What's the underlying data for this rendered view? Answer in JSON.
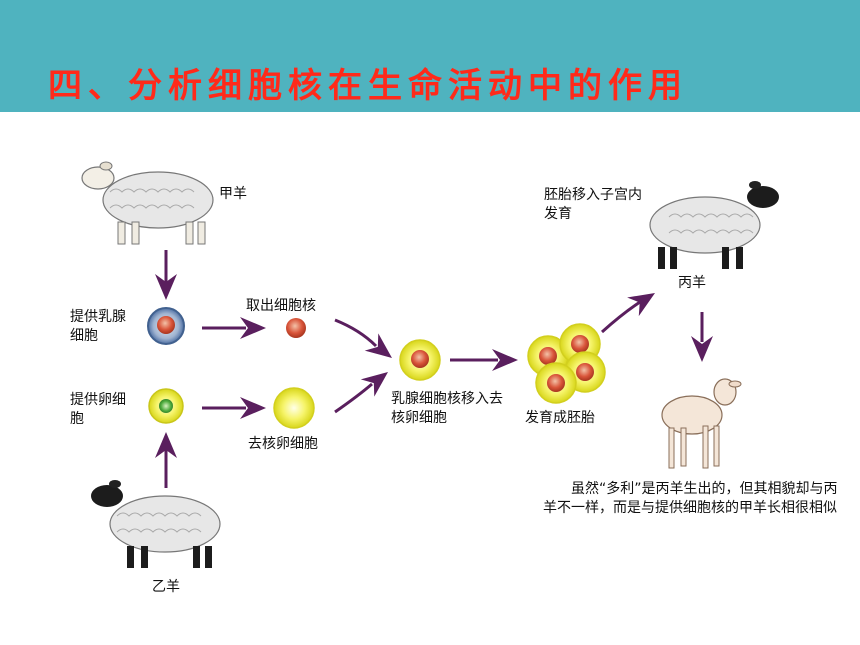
{
  "slide": {
    "title": "四、分析细胞核在生命活动中的作用"
  },
  "diagram": {
    "labels": {
      "sheep_a": "甲羊",
      "provide_mammary": "提供乳腺细胞",
      "take_nucleus": "取出细胞核",
      "provide_egg": "提供卵细胞",
      "enucleated_egg": "去核卵细胞",
      "sheep_b": "乙羊",
      "transfer": "乳腺细胞核移入去核卵细胞",
      "embryo": "发育成胚胎",
      "implant": "胚胎移入子宫内发育",
      "sheep_c": "丙羊",
      "conclusion": "虽然“多利”是丙羊生出的，但其相貌却与丙羊不一样，而是与提供细胞核的甲羊长相很相似"
    },
    "colors": {
      "header_bg": "#4fb3bf",
      "title": "#ff2a1a",
      "arrow": "#5a1f5e",
      "egg_yellow": "#ecea2a",
      "nucleus": "#d9553a"
    }
  }
}
